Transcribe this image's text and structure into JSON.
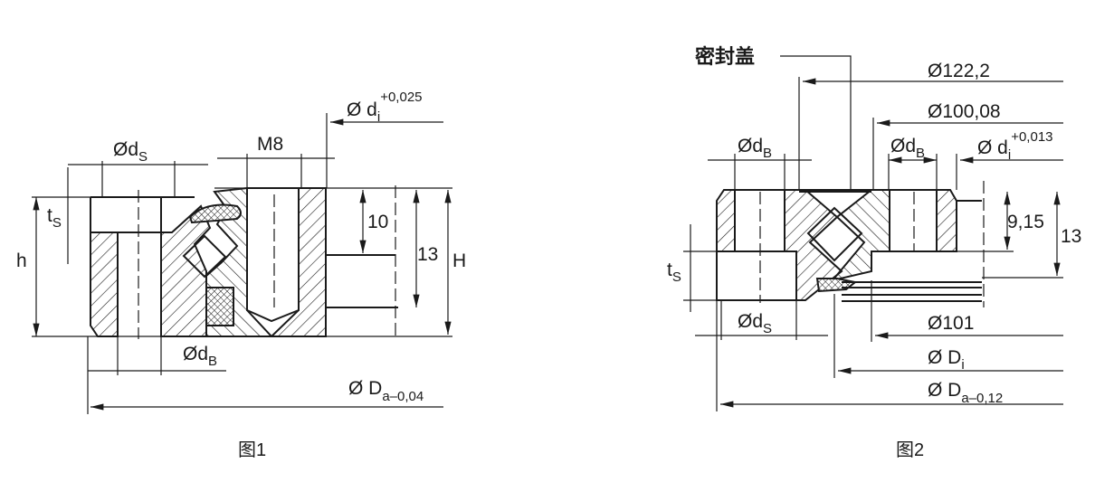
{
  "figure1": {
    "caption": "图1",
    "labels": {
      "ds": "Ød",
      "ds_sub": "S",
      "m8": "M8",
      "di": "Ø d",
      "di_sub": "i",
      "di_tol": "+0,025",
      "ts": "t",
      "ts_sub": "S",
      "h": "h",
      "dim10": "10",
      "dim13": "13",
      "H": "H",
      "dB": "Ød",
      "dB_sub": "B",
      "Da": "Ø D",
      "Da_sub": "a–0,04"
    }
  },
  "figure2": {
    "caption": "图2",
    "labels": {
      "seal_cover": "密封盖",
      "d122": "Ø122,2",
      "d100": "Ø100,08",
      "dB_left": "Ød",
      "dB_left_sub": "B",
      "dB_right": "Ød",
      "dB_right_sub": "B",
      "di": "Ø d",
      "di_sub": "i",
      "di_tol": "+0,013",
      "dim915": "9,15",
      "dim13": "13",
      "ts": "t",
      "ts_sub": "S",
      "ds": "Ød",
      "ds_sub": "S",
      "d101": "Ø101",
      "Di": "Ø D",
      "Di_sub": "i",
      "Da": "Ø D",
      "Da_sub": "a–0,12"
    }
  }
}
